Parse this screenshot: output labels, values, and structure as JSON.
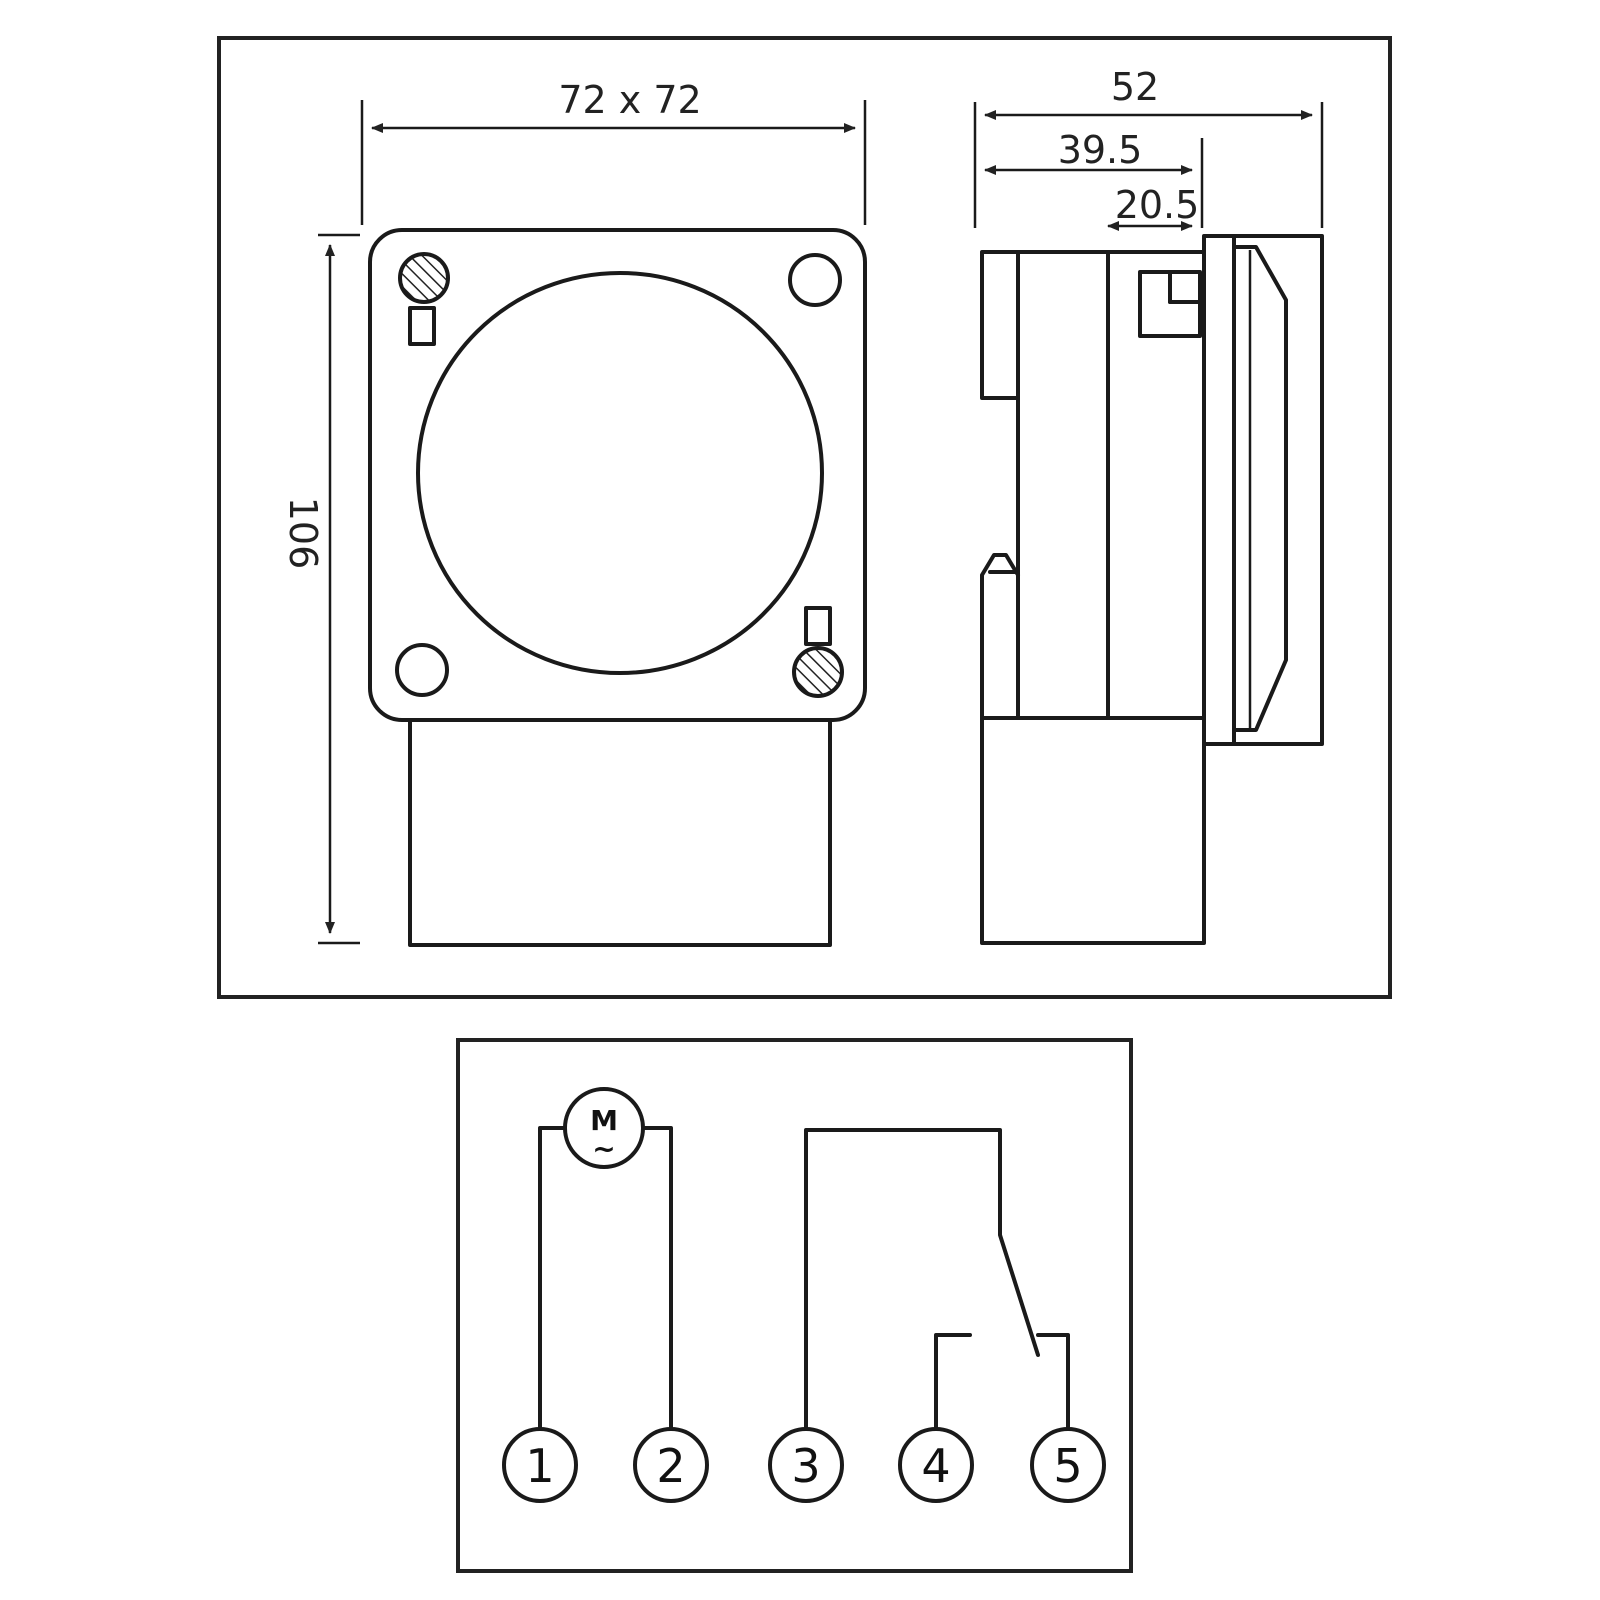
{
  "dimensions": {
    "width": "72 x 72",
    "depth_total": "52",
    "depth_body": "39.5",
    "depth_front": "20.5",
    "height": "106"
  },
  "wiring": {
    "motor_label": "M",
    "motor_symbol": "~",
    "terminals": [
      "1",
      "2",
      "3",
      "4",
      "5"
    ]
  }
}
